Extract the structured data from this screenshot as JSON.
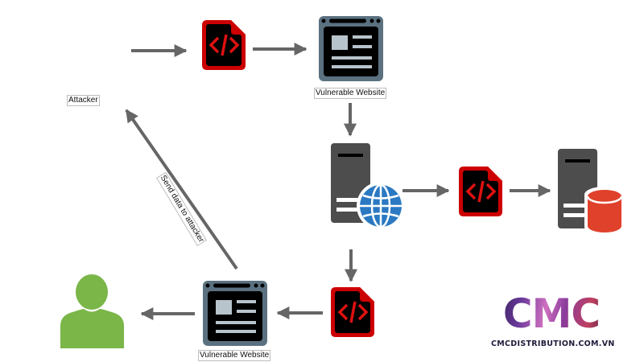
{
  "diagram": {
    "title": "Stored XSS attack flow",
    "colors": {
      "arrow": "#666666",
      "code_border": "#cc0000",
      "code_bg": "#000000",
      "code_glyph": "#dd1111",
      "browser_frame": "#5b7180",
      "browser_content": "#b8c4cc",
      "server": "#4d4d4d",
      "globe": "#2b79c2",
      "database": "#e0412a",
      "user": "#7ab648"
    },
    "labels": {
      "attacker": "Attacker",
      "vulnerable_website_top": "Vulnerable Website",
      "vulnerable_website_bottom": "Vulnerable Website",
      "send_data": "Send data to attacker"
    },
    "nodes": [
      {
        "id": "attacker",
        "icon": "attacker-label"
      },
      {
        "id": "payload-1",
        "icon": "code-file-icon"
      },
      {
        "id": "website-top",
        "icon": "browser-window-icon"
      },
      {
        "id": "web-server",
        "icon": "web-server-globe-icon"
      },
      {
        "id": "payload-2",
        "icon": "code-file-icon"
      },
      {
        "id": "db-server",
        "icon": "database-server-icon"
      },
      {
        "id": "payload-3",
        "icon": "code-file-icon"
      },
      {
        "id": "website-bottom",
        "icon": "browser-window-icon"
      },
      {
        "id": "victim",
        "icon": "user-icon"
      }
    ],
    "edges": [
      {
        "from": "attacker",
        "to": "payload-1"
      },
      {
        "from": "payload-1",
        "to": "website-top"
      },
      {
        "from": "website-top",
        "to": "web-server"
      },
      {
        "from": "web-server",
        "to": "payload-2"
      },
      {
        "from": "payload-2",
        "to": "db-server"
      },
      {
        "from": "web-server",
        "to": "payload-3"
      },
      {
        "from": "payload-3",
        "to": "website-bottom"
      },
      {
        "from": "website-bottom",
        "to": "victim"
      },
      {
        "from": "website-bottom",
        "to": "attacker",
        "label": "Send data to attacker"
      }
    ]
  },
  "logo": {
    "letters": "CMC",
    "tagline": "CMCDISTRIBUTION.COM.VN"
  }
}
